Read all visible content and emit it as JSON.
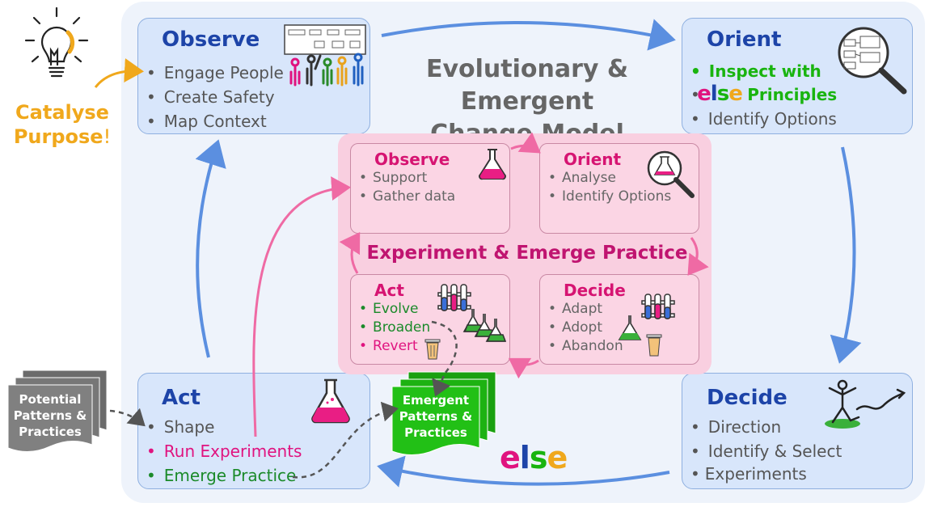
{
  "title": {
    "line1": "Evolutionary & Emergent",
    "line2": "Change Model"
  },
  "catalyse": {
    "line1": "Catalyse",
    "line2": "Purpose",
    "mark": "!"
  },
  "outer": {
    "observe": {
      "title": "Observe",
      "items": [
        "Engage People",
        "Create Safety",
        "Map Context"
      ]
    },
    "orient": {
      "title": "Orient",
      "item1_a": "Inspect with",
      "item1_b": "Principles",
      "item2": "Identify Options"
    },
    "act": {
      "title": "Act",
      "items": [
        "Shape",
        "Run Experiments",
        "Emerge Practice"
      ]
    },
    "decide": {
      "title": "Decide",
      "items": [
        "Direction",
        "Identify & Select",
        "Experiments"
      ]
    }
  },
  "center": {
    "title": "Experiment & Emerge Practice",
    "observe": {
      "title": "Observe",
      "items": [
        "Support",
        "Gather data"
      ]
    },
    "orient": {
      "title": "Orient",
      "items": [
        "Analyse",
        "Identify Options"
      ]
    },
    "act": {
      "title": "Act",
      "items": [
        "Evolve",
        "Broaden",
        "Revert"
      ]
    },
    "decide": {
      "title": "Decide",
      "items": [
        "Adapt",
        "Adopt",
        "Abandon"
      ]
    }
  },
  "potential_doc": {
    "line1": "Potential",
    "line2": "Patterns &",
    "line3": "Practices"
  },
  "emergent_doc": {
    "line1": "Emergent",
    "line2": "Patterns &",
    "line3": "Practices"
  },
  "logo": {
    "e": "e",
    "l": "l",
    "s": "s",
    "e2": "e"
  },
  "colors": {
    "blue_title": "#1d44a8",
    "pink": "#e0137f",
    "green": "#1b8a2a",
    "bright_green": "#19b40f",
    "catalyse": "#f0a81c",
    "arrow_blue": "#5b8fe0",
    "arrow_pink": "#ef6aa4"
  }
}
